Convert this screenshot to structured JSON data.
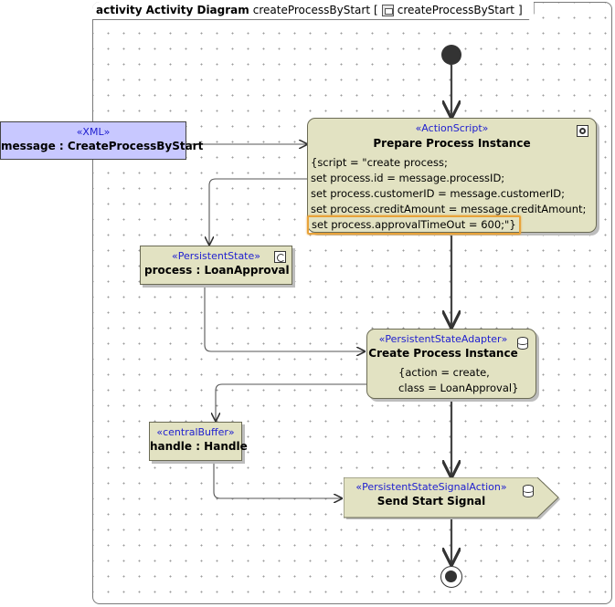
{
  "frame": {
    "kind": "activity",
    "diagram_type": "Activity Diagram",
    "name": "createProcessByStart",
    "bracket_label": "createProcessByStart"
  },
  "nodes": {
    "xml_param": {
      "stereotype": "«XML»",
      "label": "message : CreateProcessByStart"
    },
    "prepare": {
      "stereotype": "«ActionScript»",
      "title": "Prepare Process Instance",
      "lines": [
        "{script = \"create process;",
        "set process.id = message.processID;",
        "set process.customerID = message.customerID;",
        "set process.creditAmount = message.creditAmount;",
        "set process.approvalTimeOut = 600;\"}"
      ]
    },
    "persistent_state": {
      "stereotype": "«PersistentState»",
      "label": "process : LoanApproval"
    },
    "create_instance": {
      "stereotype": "«PersistentStateAdapter»",
      "title": "Create Process Instance",
      "lines": [
        "{action = create,",
        "class = LoanApproval}"
      ]
    },
    "central_buffer": {
      "stereotype": "«centralBuffer»",
      "label": "handle : Handle"
    },
    "send_signal": {
      "stereotype": "«PersistentStateSignalAction»",
      "title": "Send Start Signal"
    }
  },
  "colors": {
    "action_fill": "#e2e2c2",
    "xml_fill": "#c8c8ff",
    "stereotype_text": "#2020d0",
    "highlight": "#e8a33a"
  },
  "icons": {
    "prepare": "gear-icon",
    "persistent_state": "swirl-icon",
    "create_instance": "database-icon",
    "send_signal": "database-icon",
    "frame_tab": "diagram-icon"
  }
}
